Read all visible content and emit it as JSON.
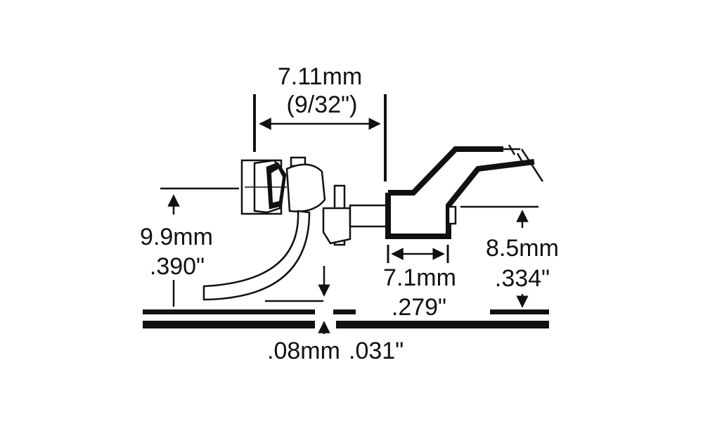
{
  "colors": {
    "ink": "#111111",
    "background": "#ffffff"
  },
  "labels": {
    "coupler_length_mm": "7.11mm",
    "coupler_length_in": "(9/32\")",
    "height_left_mm": "9.9mm",
    "height_left_in": ".390\"",
    "shank_width_mm": "7.1mm",
    "shank_width_in": ".279\"",
    "height_right_mm": "8.5mm",
    "height_right_in": ".334\"",
    "gap_mm": ".08mm",
    "gap_in": ".031\""
  }
}
